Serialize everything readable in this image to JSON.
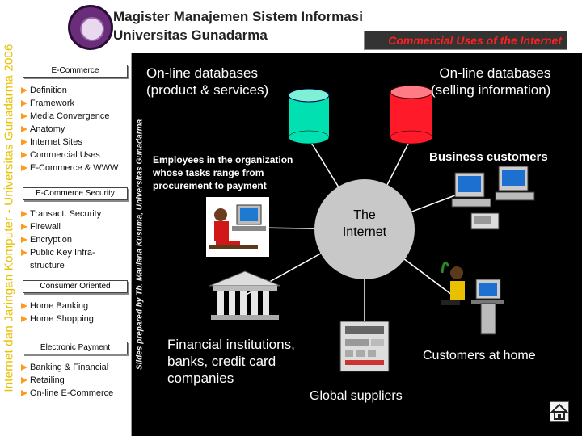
{
  "banner": {
    "vertical_text": "Internet dan Jaringan Komputer - Universitas Gunadarma 2006"
  },
  "header": {
    "title_line1": "Magister Manajemen Sistem Informasi",
    "title_line2": "Universitas Gunadarma",
    "topic": "Commercial Uses of the Internet"
  },
  "sidebar": {
    "sections": [
      {
        "title": "E-Commerce",
        "items": [
          "Definition",
          "Framework",
          "Media Convergence",
          "Anatomy",
          "Internet Sites",
          "Commercial Uses",
          "E-Commerce & WWW"
        ]
      },
      {
        "title": "E-Commerce Security",
        "items": [
          "Transact. Security",
          "Firewall",
          "Encryption",
          "Public Key Infra-",
          "structure"
        ]
      },
      {
        "title": "Consumer Oriented",
        "items": [
          "Home Banking",
          "Home Shopping"
        ]
      },
      {
        "title": "Electronic Payment",
        "items": [
          "Banking & Financial",
          "Retailing",
          "On-line E-Commerce"
        ]
      }
    ]
  },
  "credit": "Slides prepared by Tb. Maulana Kusuma, Universitas Gunadarma",
  "diagram": {
    "db_product": {
      "line1": "On-line databases",
      "line2": "(product & services)"
    },
    "db_selling": {
      "line1": "On-line databases",
      "line2": "(selling information)"
    },
    "employees": {
      "line1": "Employees in the organization",
      "line2": "whose tasks range from",
      "line3": "procurement to payment"
    },
    "business": "Business customers",
    "internet": {
      "line1": "The",
      "line2": "Internet"
    },
    "financial": {
      "line1": "Financial institutions,",
      "line2": "banks, credit card",
      "line3": "companies"
    },
    "customers": "Customers at home",
    "suppliers": "Global suppliers"
  },
  "colors": {
    "accent": "#ff9a1f",
    "topic_text": "#ff2020",
    "banner_text": "#e8c000",
    "db_green": "#00e0b0",
    "db_red": "#ff1a2a",
    "internet_circle": "#c8c8c8"
  },
  "icons": [
    "university-logo-icon",
    "arrow-bullet-icon",
    "database-icon",
    "computer-workstation-icon",
    "bank-building-icon",
    "fax-machine-icon",
    "home-icon"
  ]
}
